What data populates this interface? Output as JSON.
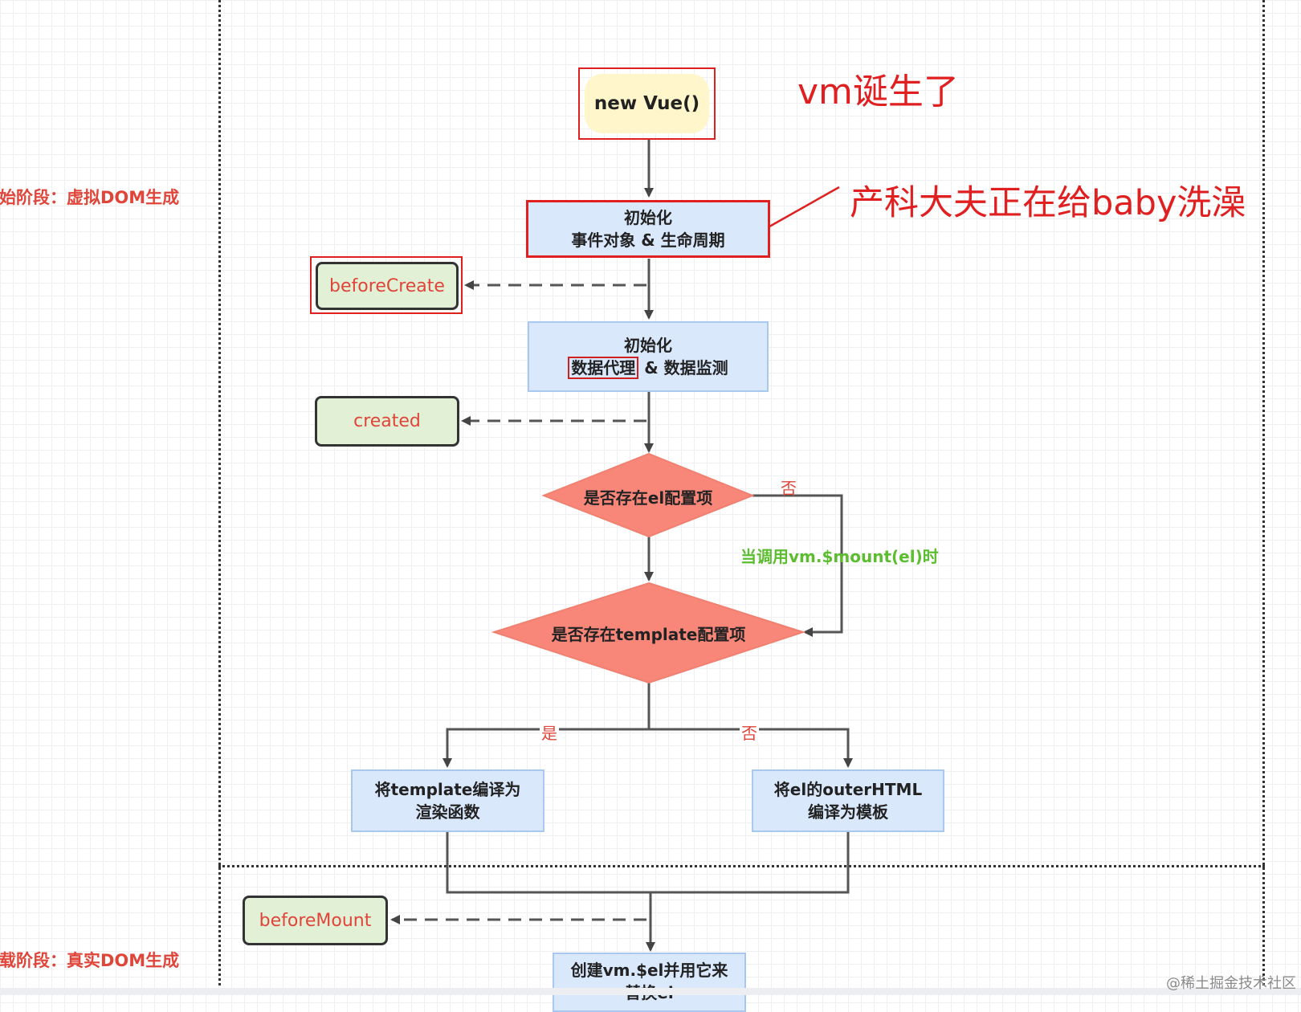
{
  "stage_labels": {
    "init": "初始阶段：虚拟DOM生成",
    "mount": "挂载阶段：真实DOM生成"
  },
  "nodes": {
    "start": "new Vue()",
    "init_events_line1": "初始化",
    "init_events_line2": "事件对象 & 生命周期",
    "before_create": "beforeCreate",
    "init_data_line1": "初始化",
    "init_data_proxy": "数据代理",
    "init_data_rest": " & 数据监测",
    "created": "created",
    "has_el": "是否存在el配置项",
    "has_template": "是否存在template配置项",
    "compile_template_line1": "将template编译为",
    "compile_template_line2": "渲染函数",
    "compile_outer_line1": "将el的outerHTML",
    "compile_outer_line2": "编译为模板",
    "before_mount": "beforeMount",
    "create_el": "创建vm.$el并用它来",
    "create_el_cut": "替换el"
  },
  "edge_labels": {
    "no_el": "否",
    "mount_call": "当调用vm.$mount(el)时",
    "yes": "是",
    "no": "否"
  },
  "annotations": {
    "vm_born": "vm诞生了",
    "doctor": "产科大夫正在给baby洗澡"
  },
  "watermark": "@稀土掘金技术社区",
  "colors": {
    "highlight_red": "#e02020",
    "hook_text": "#e0453a",
    "process_fill": "#dae8fc",
    "decision_fill": "#f8877a",
    "hook_fill": "#e2f0d6",
    "note_green": "#5cbd30"
  }
}
